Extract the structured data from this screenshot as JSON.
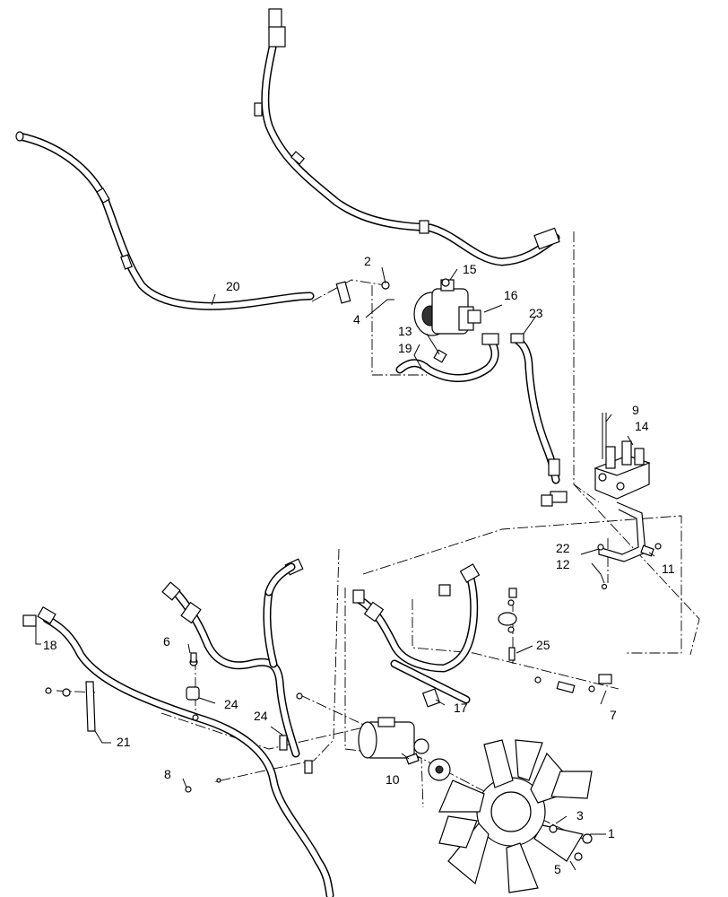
{
  "callouts": {
    "c1": "1",
    "c2": "2",
    "c3": "3",
    "c4": "4",
    "c5": "5",
    "c6": "6",
    "c7": "7",
    "c8": "8",
    "c9": "9",
    "c10": "10",
    "c11": "11",
    "c12": "12",
    "c13": "13",
    "c14": "14",
    "c15": "15",
    "c16": "16",
    "c17": "17",
    "c18": "18",
    "c19": "19",
    "c20": "20",
    "c21": "21",
    "c22": "22",
    "c23": "23",
    "c24a": "24",
    "c24b": "24",
    "c25": "25"
  }
}
